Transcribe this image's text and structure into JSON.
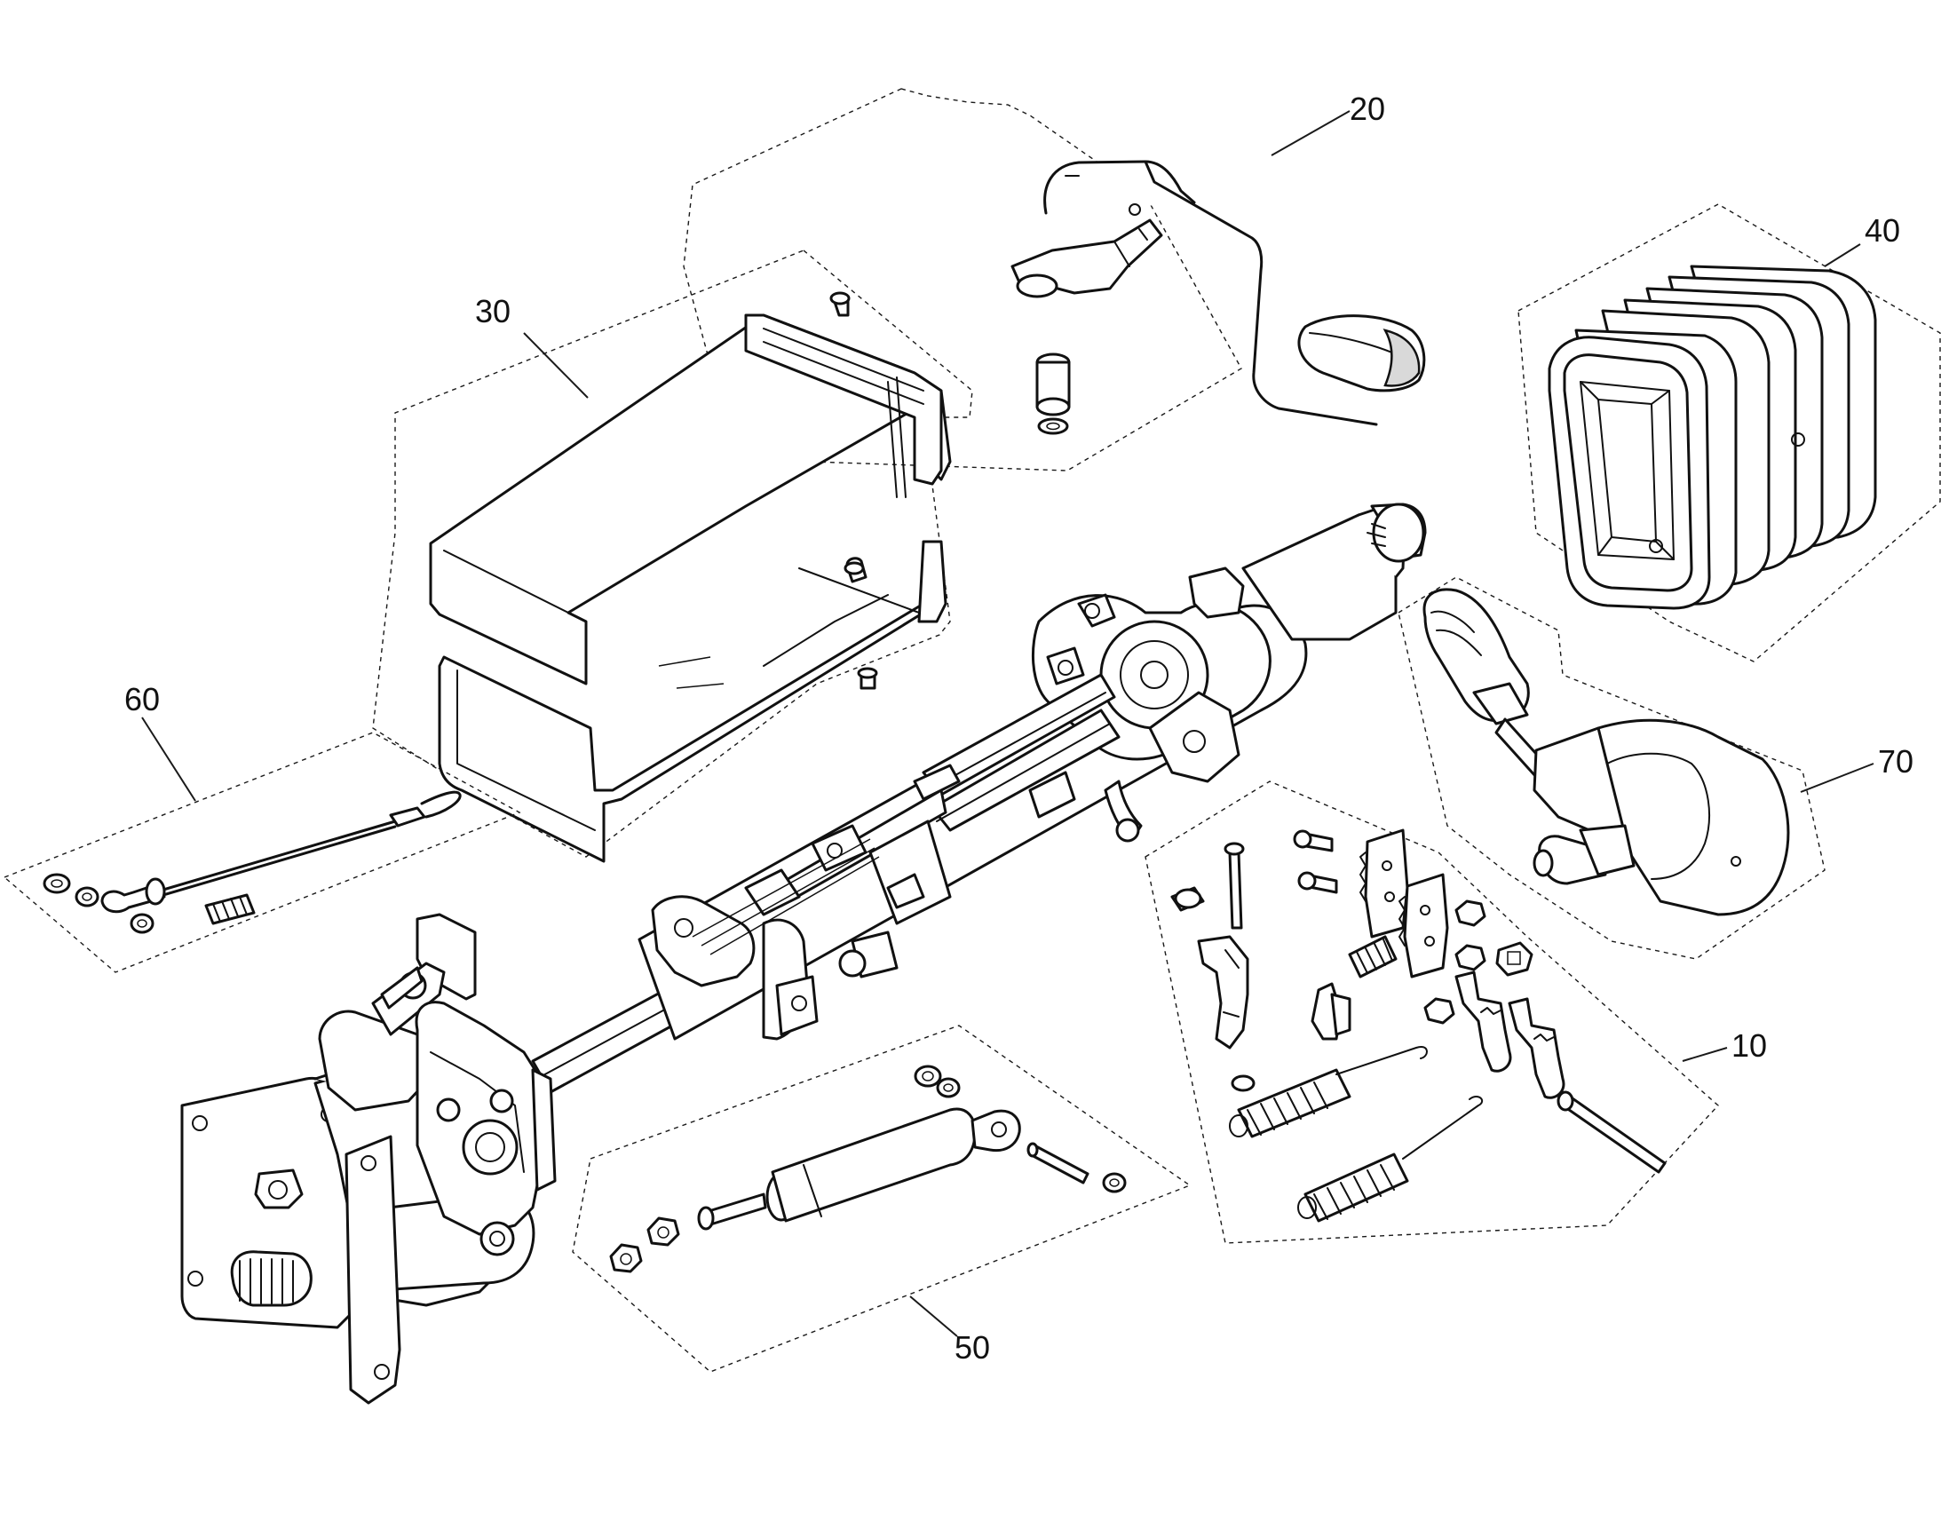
{
  "diagram": {
    "callouts": [
      {
        "id": "g20",
        "label": "20"
      },
      {
        "id": "g40",
        "label": "40"
      },
      {
        "id": "g30",
        "label": "30"
      },
      {
        "id": "g60",
        "label": "60"
      },
      {
        "id": "g70",
        "label": "70"
      },
      {
        "id": "g10",
        "label": "10"
      },
      {
        "id": "g50",
        "label": "50"
      }
    ]
  }
}
